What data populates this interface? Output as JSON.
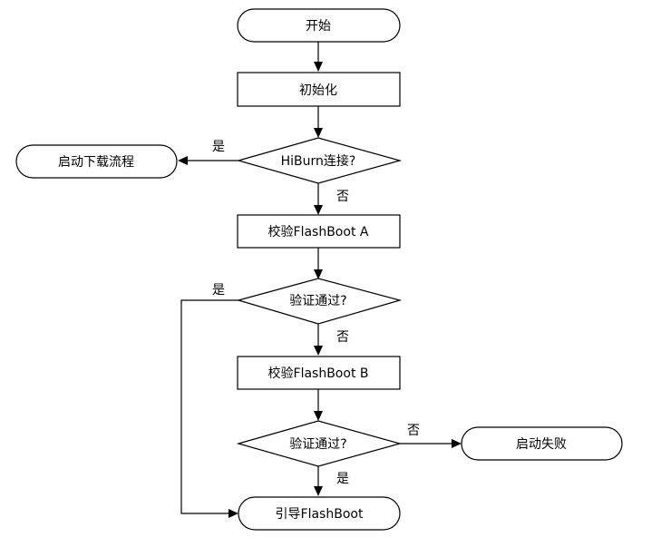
{
  "flowchart": {
    "start": "开始",
    "init": "初始化",
    "hiburn_check": "HiBurn连接?",
    "download": "启动下载流程",
    "verify_a": "校验FlashBoot A",
    "check_a": "验证通过?",
    "verify_b": "校验FlashBoot B",
    "check_b": "验证通过?",
    "fail": "启动失败",
    "boot": "引导FlashBoot",
    "yes": "是",
    "no": "否"
  },
  "colors": {
    "fail_text": "#ff0000",
    "stroke": "#000000",
    "fill": "#ffffff"
  }
}
